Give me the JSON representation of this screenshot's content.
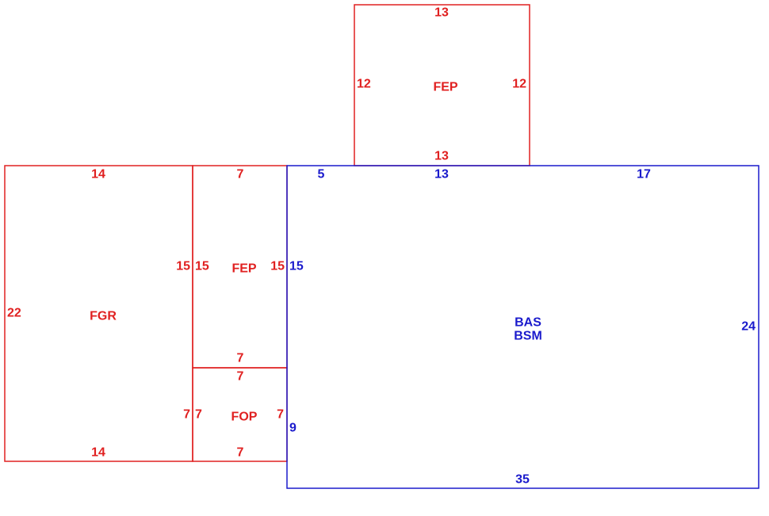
{
  "colors": {
    "addition": "#e02020",
    "main": "#1a1acc",
    "background": "#ffffff"
  },
  "areas": {
    "fep_top": {
      "code": "FEP",
      "dims": {
        "top": "13",
        "left": "12",
        "right": "12",
        "bottom": "13"
      }
    },
    "fgr": {
      "code": "FGR",
      "dims": {
        "top": "14",
        "left": "22",
        "right_upper": "15",
        "right_lower": "7",
        "bottom": "14"
      }
    },
    "fep_mid": {
      "code": "FEP",
      "dims": {
        "top": "7",
        "left": "15",
        "right": "15",
        "bottom": "7"
      }
    },
    "fop": {
      "code": "FOP",
      "dims": {
        "top": "7",
        "left": "7",
        "right": "7",
        "bottom": "7"
      }
    },
    "bas": {
      "code_line1": "BAS",
      "code_line2": "BSM",
      "dims": {
        "top_left": "5",
        "top_mid": "13",
        "top_right": "17",
        "left_upper": "15",
        "left_lower": "9",
        "right": "24",
        "bottom": "35"
      }
    }
  }
}
